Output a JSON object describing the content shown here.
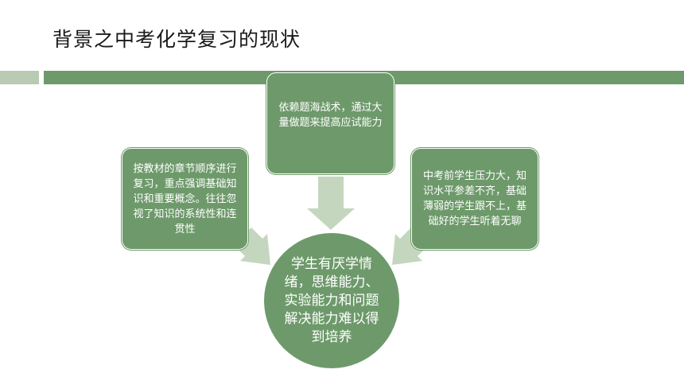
{
  "slide": {
    "title": "背景之中考化学复习的现状"
  },
  "diagram": {
    "top_box": "依赖题海战术，通过大量做题来提高应试能力",
    "left_box": "按教材的章节顺序进行复习，重点强调基础知识和重要概念。往往忽视了知识的系统性和连贯性",
    "right_box": "中考前学生压力大，知识水平参差不齐，基础薄弱的学生跟不上，基础好的学生听着无聊",
    "center_circle": "学生有厌学情绪，思维能力、实验能力和问题解决能力难以得到培养"
  },
  "colors": {
    "accent": "#6e9a6b",
    "accent_light": "#b9cbb2",
    "arrow": "#c5d6bf"
  }
}
